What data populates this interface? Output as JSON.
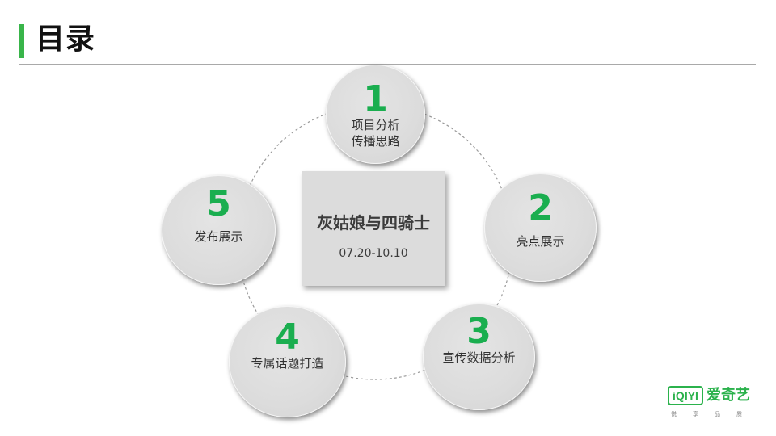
{
  "slide": {
    "title": "目录",
    "center": {
      "title": "灰姑娘与四骑士",
      "date": "07.20-10.10"
    },
    "items": [
      {
        "number": "1",
        "line1": "项目分析",
        "line2": "传播思路"
      },
      {
        "number": "2",
        "line1": "亮点展示",
        "line2": ""
      },
      {
        "number": "3",
        "line1": "宣传数据分析",
        "line2": ""
      },
      {
        "number": "4",
        "line1": "专属话题打造",
        "line2": ""
      },
      {
        "number": "5",
        "line1": "发布展示",
        "line2": ""
      }
    ],
    "logo": {
      "mark": "iQIYI",
      "name": "爱奇艺",
      "tagline": "悦享品质"
    }
  },
  "colors": {
    "accent": "#39b54a",
    "number": "#1aae4f",
    "circle": "#dcdcdc",
    "center_box": "#dcdcdc",
    "rule": "#a9a9a9"
  }
}
